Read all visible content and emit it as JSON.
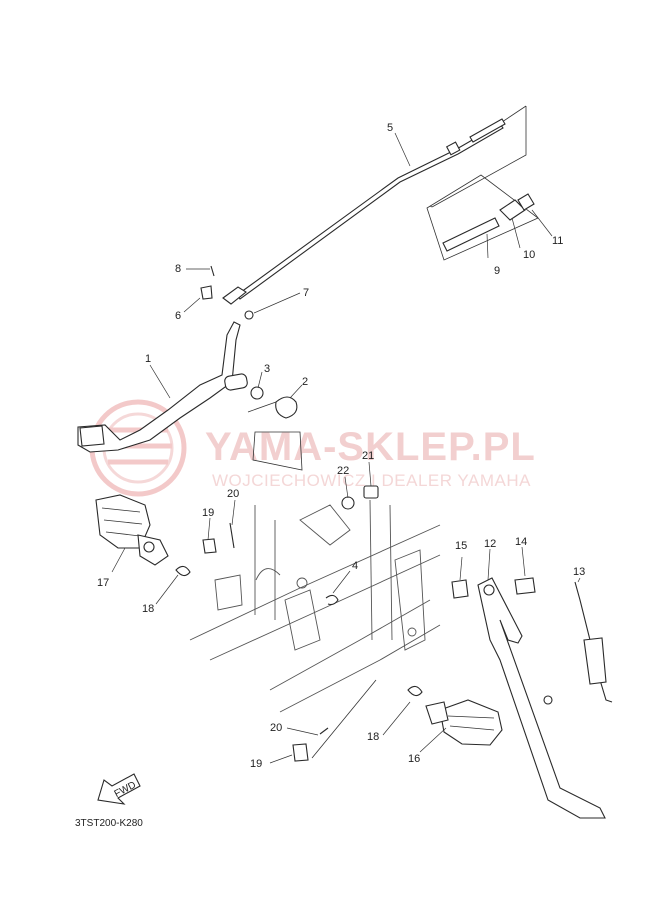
{
  "diagram_code": "3TST200-K280",
  "direction_arrow": "FWD",
  "watermark": {
    "title": "YAMA-SKLEP.PL",
    "subtitle": "WOJCIECHOWICZ I DEALER YAMAHA"
  },
  "callouts": [
    "1",
    "2",
    "3",
    "4",
    "5",
    "6",
    "7",
    "8",
    "9",
    "10",
    "11",
    "12",
    "13",
    "14",
    "15",
    "16",
    "17",
    "18",
    "18",
    "19",
    "19",
    "20",
    "20",
    "21",
    "22"
  ],
  "colors": {
    "line": "#2a2a2a",
    "watermark": "#e8a8a8"
  }
}
